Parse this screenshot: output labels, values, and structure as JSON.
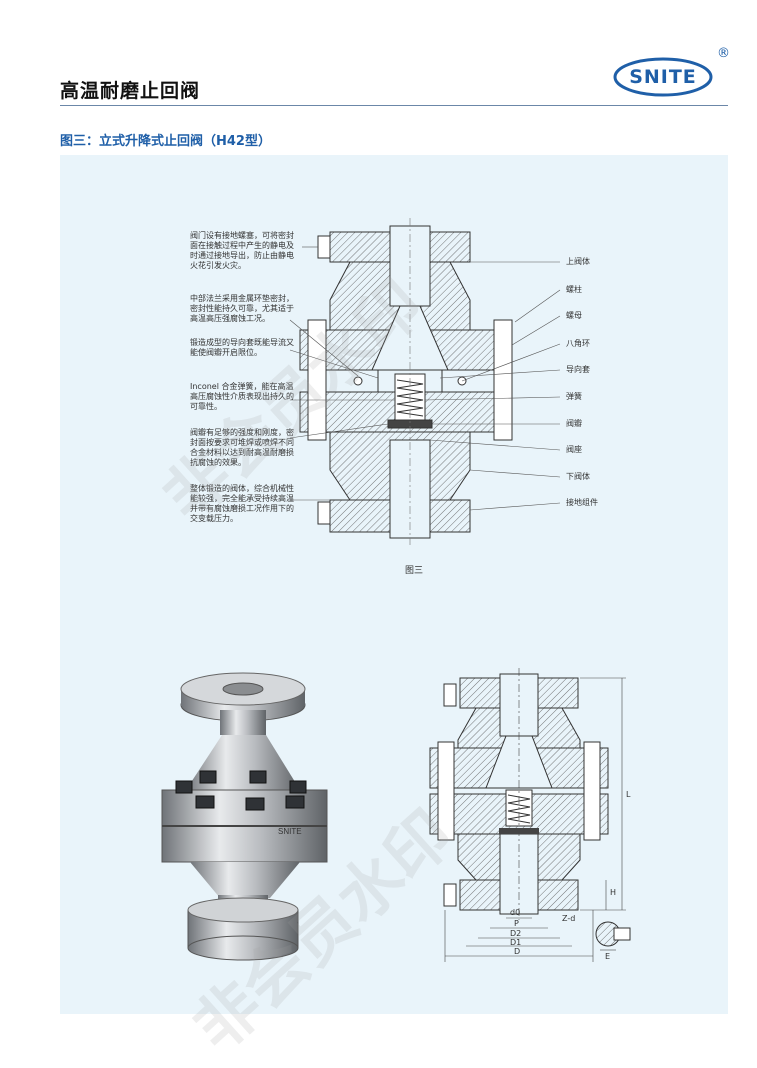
{
  "header": {
    "title": "高温耐磨止回阀",
    "logo_text": "SNITE",
    "logo_registered": "®"
  },
  "section": {
    "heading": "图三：立式升降式止回阀（H42型）"
  },
  "diagram": {
    "annotations_left": [
      "阀门设有接地螺塞，可将密封面在接触过程中产生的静电及时通过接地导出，防止由静电火花引发火灾。",
      "中部法兰采用金属环垫密封，密封性能持久可靠，尤其适于高温高压强腐蚀工况。",
      "锻造成型的导向套既能导流又能使阀瓣开启限位。",
      "Inconel 合金弹簧，能在高温高压腐蚀性介质表现出持久的可靠性。",
      "阀瓣有足够的强度和刚度，密封面按要求可堆焊或喷焊不同合金材料以达到耐高温耐磨损抗腐蚀的效果。",
      "整体锻造的阀体，综合机械性能较强，完全能承受持续高温并带有腐蚀磨损工况作用下的交变载压力。"
    ],
    "labels_right": [
      "上阀体",
      "螺柱",
      "螺母",
      "八角环",
      "导向套",
      "弹簧",
      "阀瓣",
      "阀座",
      "下阀体",
      "接地组件"
    ],
    "caption": "图三"
  },
  "product": {
    "nameplate": "SNITE"
  },
  "dimensions": {
    "labels": [
      "d0",
      "P",
      "D2",
      "D1",
      "D",
      "L",
      "Z-d",
      "H",
      "E"
    ]
  },
  "watermark": "非会员水印",
  "colors": {
    "accent": "#1f5fa8",
    "panel": "#e9f4fa",
    "rule": "#6b87a8"
  }
}
